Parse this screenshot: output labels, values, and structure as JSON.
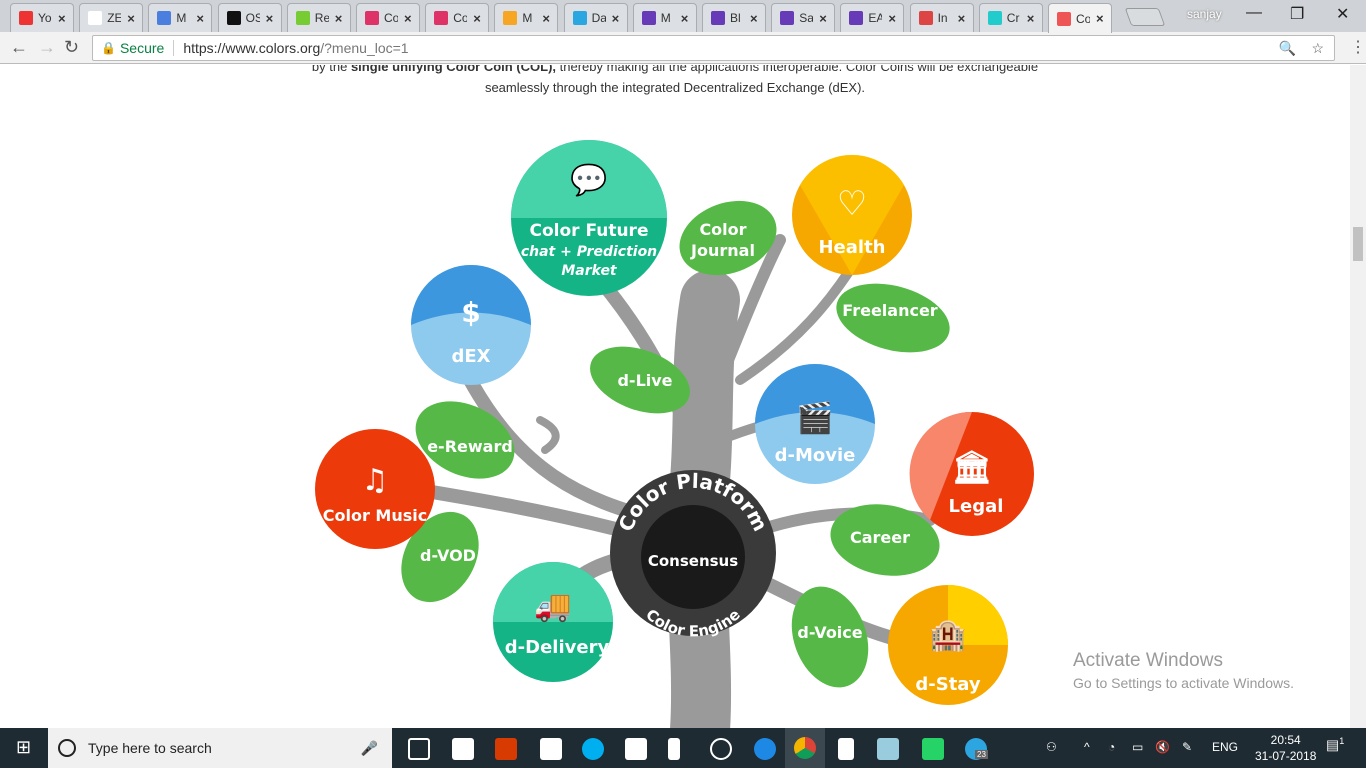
{
  "browser": {
    "tabs": [
      {
        "label": "Yo",
        "color": "#e33"
      },
      {
        "label": "ZE",
        "color": "#fff"
      },
      {
        "label": "M",
        "color": "#4a7fe0"
      },
      {
        "label": "OS",
        "color": "#111"
      },
      {
        "label": "Re",
        "color": "#7c3"
      },
      {
        "label": "Co",
        "color": "#d36"
      },
      {
        "label": "Co",
        "color": "#d36"
      },
      {
        "label": "M",
        "color": "#f6a623"
      },
      {
        "label": "Da",
        "color": "#2aa7e0"
      },
      {
        "label": "M",
        "color": "#673ab7"
      },
      {
        "label": "Bl",
        "color": "#673ab7"
      },
      {
        "label": "Sa",
        "color": "#673ab7"
      },
      {
        "label": "EA",
        "color": "#673ab7"
      },
      {
        "label": "In",
        "color": "#d44"
      },
      {
        "label": "Cr",
        "color": "#2cc"
      },
      {
        "label": "Co",
        "color": "#e55"
      }
    ],
    "user": "sanjay",
    "secure": "Secure",
    "url_host": "https://www.colors.org",
    "url_path": "/?menu_loc=1"
  },
  "page": {
    "line1a": "by the ",
    "line1b": "single unifying Color Coin (COL),",
    "line1c": " thereby making all the applications interoperable. Color Coins will be exchangeable",
    "line2": "seamlessly through the integrated Decentralized Exchange (dEX).",
    "diagram": {
      "center_top": "Color Platform",
      "center": "Consensus",
      "center_bottom": "Color Engine",
      "color_future": "Color Future",
      "color_future_sub1": "chat + Prediction",
      "color_future_sub2": "Market",
      "health": "Health",
      "dex": "dEX",
      "d_movie": "d-Movie",
      "legal": "Legal",
      "color_music": "Color Music",
      "d_delivery": "d-Delivery",
      "d_stay": "d-Stay",
      "leaf_journal1": "Color",
      "leaf_journal2": "Journal",
      "leaf_freelancer": "Freelancer",
      "leaf_dlive": "d-Live",
      "leaf_ereward": "e-Reward",
      "leaf_dvod": "d-VOD",
      "leaf_career": "Career",
      "leaf_dvoice": "d-Voice"
    },
    "activate_title": "Activate Windows",
    "activate_sub": "Go to Settings to activate Windows."
  },
  "taskbar": {
    "search_placeholder": "Type here to search",
    "lang": "ENG",
    "time": "20:54",
    "date": "31-07-2018",
    "notif": "1",
    "telegram_badge": "23"
  }
}
